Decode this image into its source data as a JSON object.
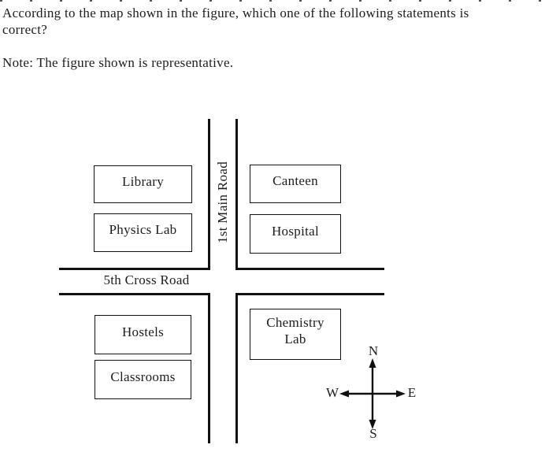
{
  "question": {
    "lines": [
      "According to the map shown in the figure, which one of the following statements is",
      "correct?"
    ],
    "note": "Note: The figure shown is representative."
  },
  "map": {
    "roads": {
      "main_road_label": "1st Main Road",
      "cross_road_label": "5th Cross Road"
    },
    "buildings": {
      "library": "Library",
      "physics_lab": "Physics Lab",
      "canteen": "Canteen",
      "hospital": "Hospital",
      "hostels": "Hostels",
      "classrooms": "Classrooms",
      "chemistry_lab": "Chemistry Lab"
    },
    "compass": {
      "north": "N",
      "south": "S",
      "east": "E",
      "west": "W"
    }
  },
  "colors": {
    "ink": "#1c1c1c",
    "line": "#111111",
    "background": "#ffffff"
  }
}
